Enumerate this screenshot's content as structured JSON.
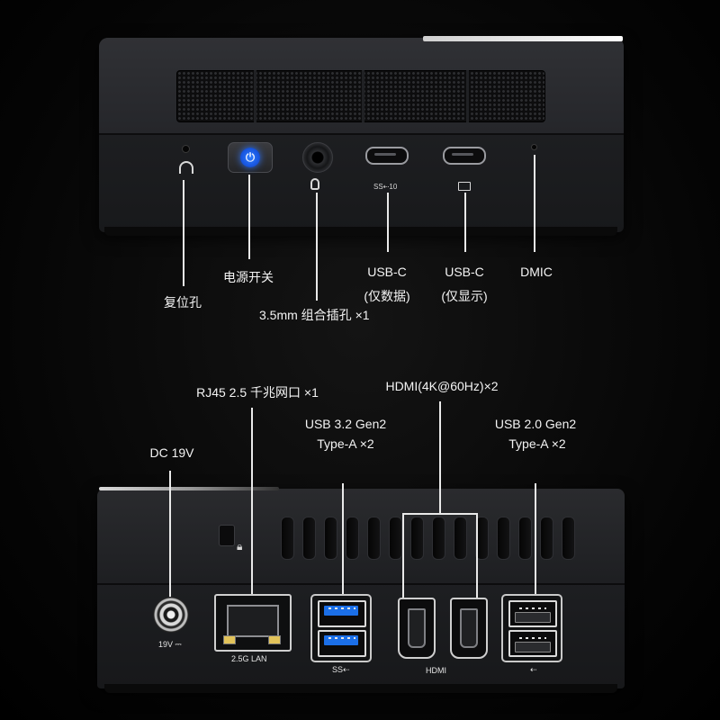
{
  "front_labels": {
    "reset": "复位孔",
    "power": "电源开关",
    "audio": "3.5mm 组合插孔 ×1",
    "usbc_data_line1": "USB-C",
    "usbc_data_line2": "(仅数据)",
    "usbc_display_line1": "USB-C",
    "usbc_display_line2": "(仅显示)",
    "dmic": "DMIC",
    "usbc_data_icon": "SS⇠10",
    "usbc_display_icon": "monitor-icon"
  },
  "rear_labels": {
    "dc": "DC 19V",
    "rj45": "RJ45 2.5 千兆网口 ×1",
    "usb32_line1": "USB 3.2 Gen2",
    "usb32_line2": "Type-A ×2",
    "hdmi": "HDMI(4K@60Hz)×2",
    "usb20_line1": "USB 2.0 Gen2",
    "usb20_line2": "Type-A ×2"
  },
  "port_captions": {
    "dc": "19V ⎓",
    "lan": "2.5G LAN",
    "usb32": "SS⇠",
    "hdmi": "HDMI",
    "usb20": "⇠"
  },
  "colors": {
    "power_led": "#1957e0",
    "usb3_tongue": "#1b6fe8",
    "lan_led": "#e2c35a"
  }
}
